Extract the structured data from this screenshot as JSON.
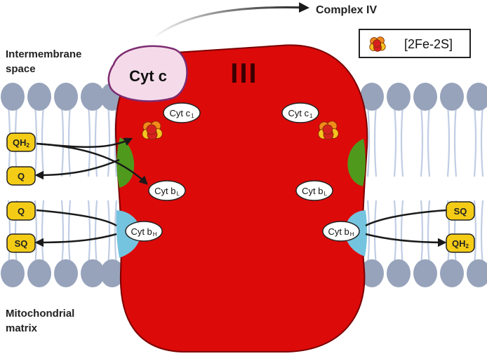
{
  "labels": {
    "complex_iv": "Complex IV",
    "intermembrane_line1": "Intermembrane",
    "intermembrane_line2": "space",
    "matrix_line1": "Mitochondrial",
    "matrix_line2": "matrix",
    "complex_numeral": "III",
    "cyt_c": "Cyt c"
  },
  "legend": {
    "label": "[2Fe-2S]",
    "icon": "iron-sulfur-cluster-icon"
  },
  "cofactors": {
    "cyt_c1": {
      "main": "Cyt c",
      "sub": "1"
    },
    "cyt_bL": {
      "main": "Cyt b",
      "sub": "L"
    },
    "cyt_bH": {
      "main": "Cyt b",
      "sub": "H"
    }
  },
  "quinones": {
    "qh2_left": {
      "main": "QH",
      "sub": "2"
    },
    "q_left_top": {
      "main": "Q"
    },
    "q_left_bottom": {
      "main": "Q"
    },
    "sq_left": {
      "main": "SQ"
    },
    "sq_right": {
      "main": "SQ"
    },
    "qh2_right": {
      "main": "QH",
      "sub": "2"
    }
  },
  "colors": {
    "complex": "#dd0a0a",
    "complex_outline": "#7a0000",
    "lipid_head": "#97a3bb",
    "lipid_tail": "#c0cde4",
    "quinone": "#f4cc16",
    "qo_site": "#4f9a1d",
    "qi_site": "#75c4df",
    "cyt_c_fill": "#f5dbe9",
    "cyt_c_stroke": "#7d2c72",
    "fe_s_orange": "#f28a1c",
    "fe_s_yellow": "#f7c31f",
    "fe_s_red": "#d62020"
  }
}
